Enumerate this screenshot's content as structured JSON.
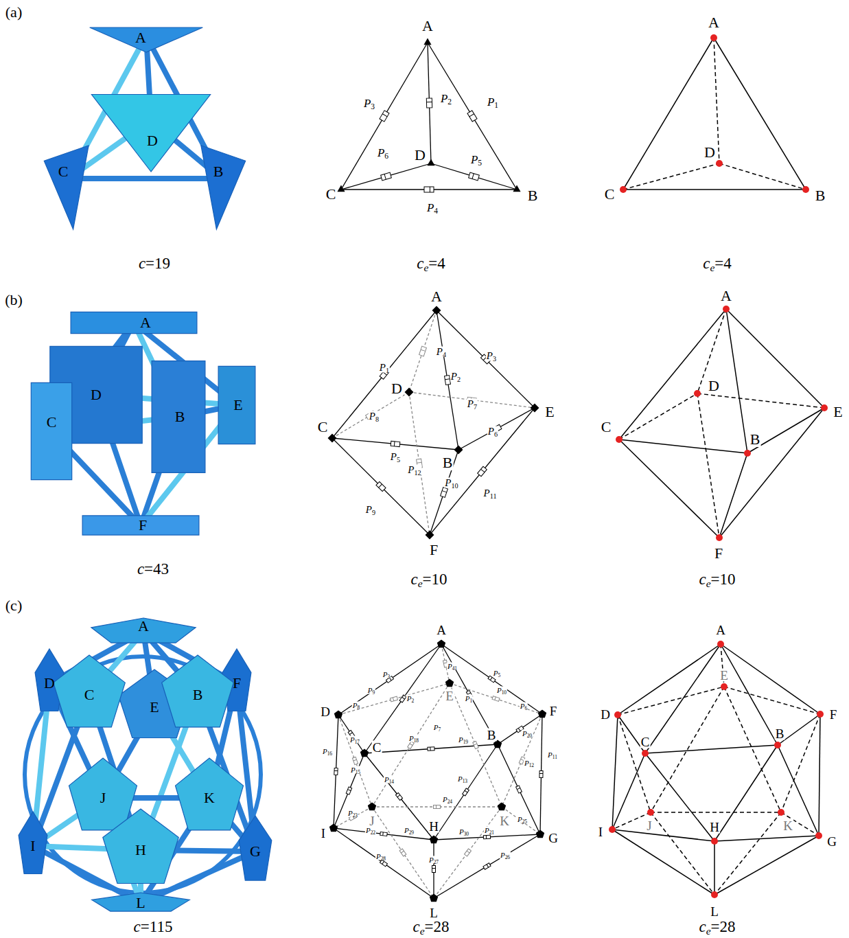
{
  "diagram": {
    "labels": [
      "(a)",
      "A",
      "D",
      "C",
      "B",
      "c=19",
      "A",
      "P3",
      "P2",
      "P1",
      "D",
      "P6",
      "P5",
      "C",
      "B",
      "P4",
      "ce=4",
      "A",
      "D",
      "C",
      "B",
      "ce=4",
      "(b)",
      "A",
      "D",
      "C",
      "E",
      "B",
      "F",
      "c=43",
      "A",
      "P1",
      "P4",
      "P3",
      "P2",
      "D",
      "P7",
      "E",
      "C",
      "P8",
      "P6",
      "P5",
      "B",
      "P12",
      "P10",
      "P11",
      "P9",
      "F",
      "ce=10",
      "A",
      "D",
      "E",
      "C",
      "B",
      "F",
      "ce=10",
      "(c)",
      "A",
      "D",
      "C",
      "E",
      "B",
      "F",
      "J",
      "K",
      "I",
      "H",
      "G",
      "L",
      "c=115",
      "A",
      "P3",
      "P41",
      "P5",
      "D",
      "P9",
      "P2",
      "E",
      "P1",
      "P10",
      "F",
      "P8",
      "P6",
      "C",
      "P7",
      "B",
      "P18",
      "P19",
      "P20",
      "P17",
      "P16",
      "P11",
      "P12",
      "P15",
      "P14",
      "P13",
      "P24",
      "J",
      "K",
      "P23",
      "P25",
      "I",
      "P22",
      "P29",
      "H",
      "P30",
      "P21",
      "G",
      "P28",
      "P27",
      "P26",
      "L",
      "ce=28",
      "A",
      "D",
      "E",
      "F",
      "C",
      "B",
      "J",
      "K",
      "I",
      "H",
      "G",
      "L",
      "ce=28"
    ]
  }
}
